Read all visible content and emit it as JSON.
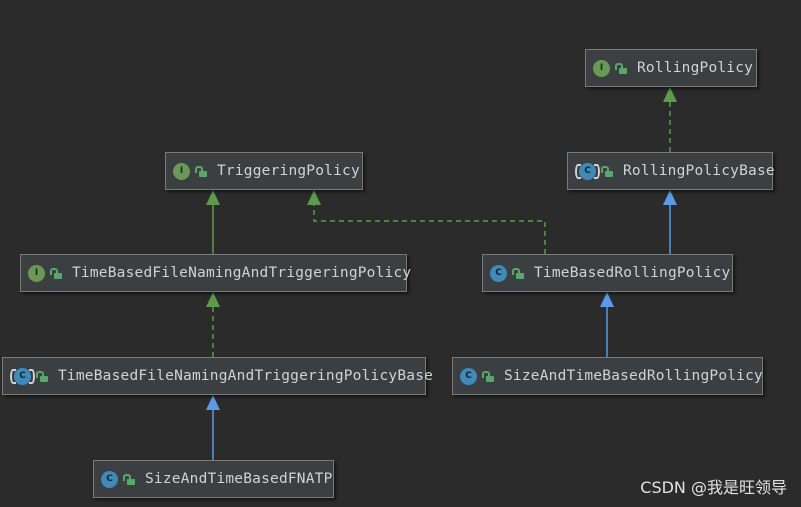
{
  "colors": {
    "background": "#2b2b2b",
    "implements_edge": "#5c9a4c",
    "extends_edge": "#5b9ae8",
    "interface_badge": "#6a9955",
    "class_badge": "#3f8ab8"
  },
  "nodes": {
    "rolling_policy": {
      "badge": "I",
      "label": "RollingPolicy",
      "kind": "interface-icon"
    },
    "triggering_policy": {
      "badge": "I",
      "label": "TriggeringPolicy",
      "kind": "interface-icon"
    },
    "rolling_policy_base": {
      "badge": "C",
      "label": "RollingPolicyBase",
      "kind": "abstract-class-icon"
    },
    "time_based_file_naming_and_triggering_policy": {
      "badge": "I",
      "label": "TimeBasedFileNamingAndTriggeringPolicy",
      "kind": "interface-icon"
    },
    "time_based_rolling_policy": {
      "badge": "C",
      "label": "TimeBasedRollingPolicy",
      "kind": "class-icon"
    },
    "time_based_file_naming_and_triggering_policy_base": {
      "badge": "C",
      "label": "TimeBasedFileNamingAndTriggeringPolicyBase",
      "kind": "abstract-class-icon"
    },
    "size_and_time_based_rolling_policy": {
      "badge": "C",
      "label": "SizeAndTimeBasedRollingPolicy",
      "kind": "class-icon"
    },
    "size_and_time_based_fnatp": {
      "badge": "C",
      "label": "SizeAndTimeBasedFNATP",
      "kind": "class-icon"
    }
  },
  "edges": [
    {
      "from": "rolling_policy_base",
      "to": "rolling_policy",
      "type": "implements"
    },
    {
      "from": "time_based_rolling_policy",
      "to": "rolling_policy_base",
      "type": "extends"
    },
    {
      "from": "time_based_rolling_policy",
      "to": "triggering_policy",
      "type": "implements"
    },
    {
      "from": "time_based_file_naming_and_triggering_policy",
      "to": "triggering_policy",
      "type": "extends-interface"
    },
    {
      "from": "time_based_file_naming_and_triggering_policy_base",
      "to": "time_based_file_naming_and_triggering_policy",
      "type": "implements"
    },
    {
      "from": "size_and_time_based_fnatp",
      "to": "time_based_file_naming_and_triggering_policy_base",
      "type": "extends"
    },
    {
      "from": "size_and_time_based_rolling_policy",
      "to": "time_based_rolling_policy",
      "type": "extends"
    }
  ],
  "watermark": "CSDN @我是旺领导"
}
